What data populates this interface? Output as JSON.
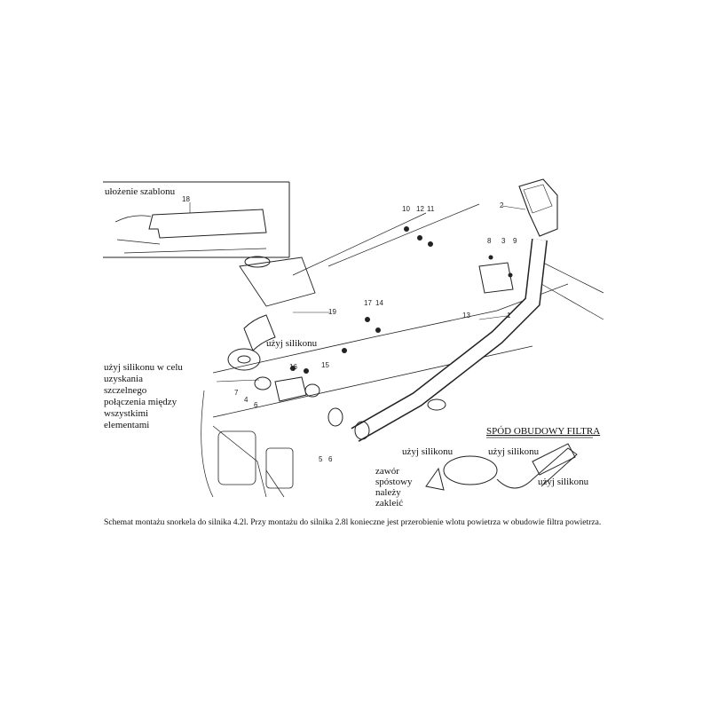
{
  "inset_label": "ułożenie szablonu",
  "notes": {
    "silicone_top": "użyj silikonu",
    "silicone_seal": [
      "użyj silikonu w celu",
      "uzyskania",
      "szczelnego",
      "połączenia między",
      "wszystkimi",
      "elementami"
    ],
    "filter_header": "SPÓD OBUDOWY FILTRA",
    "silicone_a": "użyj silikonu",
    "silicone_b": "użyj silikonu",
    "silicone_c": "użyj silikonu",
    "valve": [
      "zawór",
      "spóstowy",
      "należy",
      "zakleić"
    ]
  },
  "part_numbers": {
    "p1": "1",
    "p2": "2",
    "p3": "3",
    "p4": "4",
    "p5": "5",
    "p6a": "6",
    "p6b": "6",
    "p7": "7",
    "p8": "8",
    "p9": "9",
    "p10": "10",
    "p11": "11",
    "p12": "12",
    "p13": "13",
    "p14": "14",
    "p15": "15",
    "p16": "16",
    "p17": "17",
    "p18": "18",
    "p19": "19"
  },
  "caption": "Schemat montażu snorkela do silnika 4.2l. Przy montażu do silnika 2.8l konieczne jest przerobienie wlotu powietrza w obudowie filtra powietrza."
}
